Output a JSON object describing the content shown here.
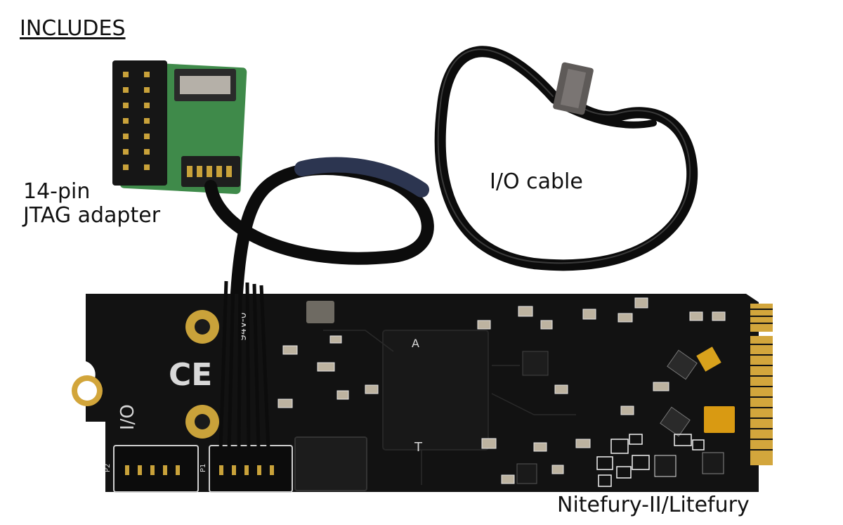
{
  "labels": {
    "includes": "INCLUDES",
    "jtag_line1": "14-pin",
    "jtag_line2": "JTAG adapter",
    "io_cable": "I/O cable",
    "board_name": "Nitefury-II/Litefury"
  },
  "silkscreen": {
    "io_marking": "I/O",
    "ce_marking": "CE",
    "rev_marking": "94V-0",
    "a_marking": "A",
    "t_marking": "T",
    "p1": "P1",
    "p2": "P2"
  },
  "colors": {
    "pcb": "#111111",
    "adapter_pcb": "#3f8a4a",
    "gold": "#c9a23a",
    "cable": "#0c0c0c",
    "background": "#ffffff"
  }
}
